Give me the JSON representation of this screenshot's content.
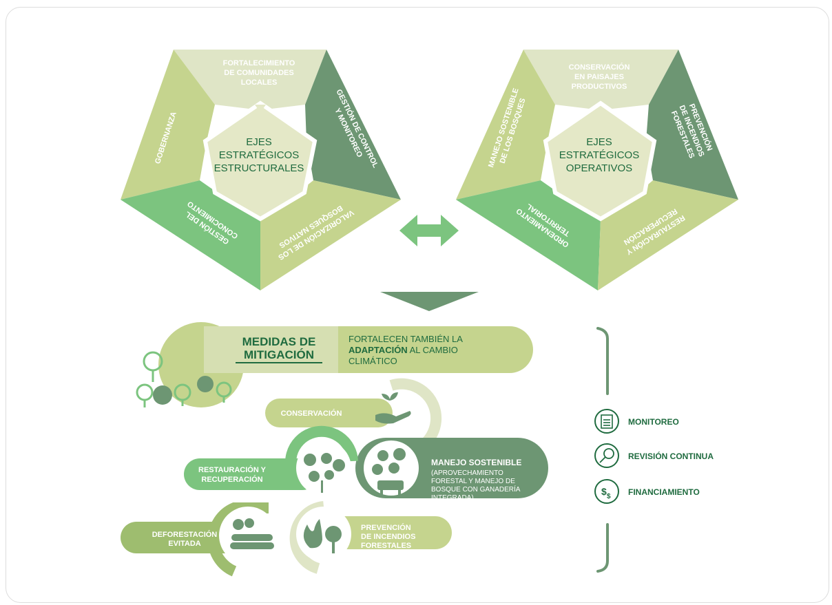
{
  "left_pentagon": {
    "center": [
      "EJES",
      "ESTRATÉGICOS",
      "ESTRUCTURALES"
    ],
    "top": [
      "FORTALECIMIENTO",
      "DE COMUNIDADES",
      "LOCALES"
    ],
    "right": [
      "GESTIÓN DE CONTROL",
      "Y MONITOREO"
    ],
    "left": [
      "GOBERNANZA"
    ],
    "bottom_left": [
      "GESTIÓN DEL",
      "CONOCIMIENTO"
    ],
    "bottom_right": [
      "VALORIZACIÓN DE LOS",
      "BOSQUES NATIVOS"
    ]
  },
  "right_pentagon": {
    "center": [
      "EJES",
      "ESTRATÉGICOS",
      "OPERATIVOS"
    ],
    "top": [
      "CONSERVACIÓN",
      "EN PAISAJES",
      "PRODUCTIVOS"
    ],
    "right": [
      "PREVENCIÓN",
      "DE INCENDIOS",
      "FORESTALES"
    ],
    "left": [
      "MANEJO SOSTENIBLE",
      "DE LOS BOSQUES"
    ],
    "bottom_left": [
      "ORDENAMIENTO",
      "TERRITORIAL"
    ],
    "bottom_right": [
      "RESTAURACIÓN Y",
      "RECUPERACIÓN"
    ]
  },
  "mitigation": {
    "title": [
      "MEDIDAS DE",
      "MITIGACIÓN"
    ],
    "subtitle_line1": "FORTALECEN TAMBIÉN LA",
    "subtitle_bold": "ADAPTACIÓN",
    "subtitle_rest": " AL CAMBIO",
    "subtitle_line3": "CLIMÁTICO"
  },
  "measures": {
    "conservacion": "CONSERVACIÓN",
    "restauracion": [
      "RESTAURACIÓN Y",
      "RECUPERACIÓN"
    ],
    "manejo_title": "MANEJO SOSTENIBLE",
    "manejo_detail": [
      "(APROVECHAMIENTO",
      "FORESTAL Y MANEJO DE",
      "BOSQUE CON GANADERÍA",
      "INTEGRADA)"
    ],
    "deforestacion": [
      "DEFORESTACIÓN",
      "EVITADA"
    ],
    "prevencion": [
      "PREVENCIÓN",
      "DE INCENDIOS",
      "FORESTALES"
    ]
  },
  "side_list": [
    {
      "label": "MONITOREO",
      "icon": "clipboard-icon"
    },
    {
      "label": "REVISIÓN CONTINUA",
      "icon": "magnifier-chart-icon"
    },
    {
      "label": "FINANCIAMIENTO",
      "icon": "dollar-icon"
    }
  ],
  "colors": {
    "pale": "#dfe5c6",
    "light": "#c5d48e",
    "mid": "#9ebd6f",
    "green": "#7cc47f",
    "dark": "#6d9673",
    "text_dark": "#1f6b3f"
  }
}
